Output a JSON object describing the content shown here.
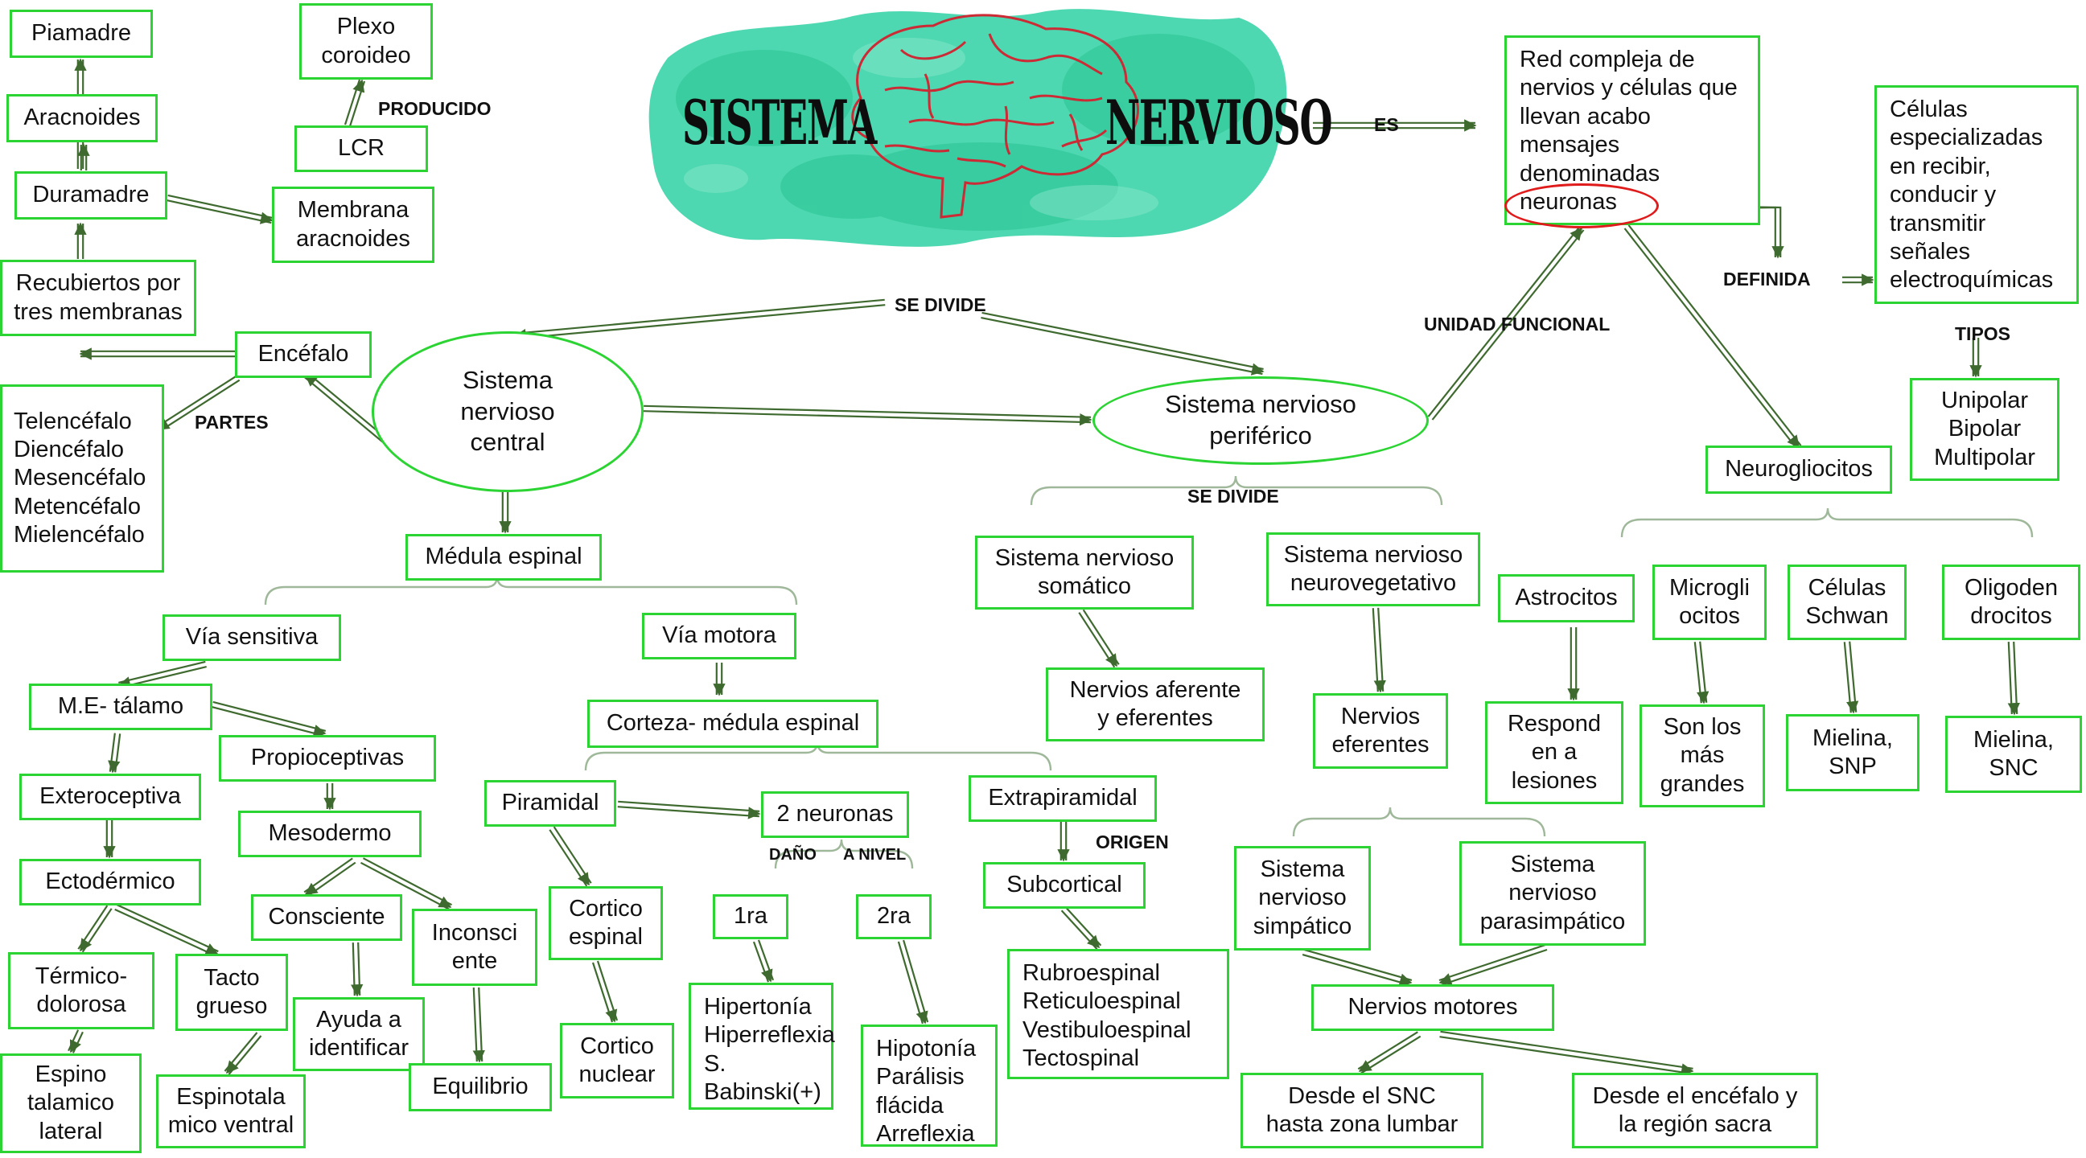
{
  "title": {
    "left_word": "SISTEMA",
    "right_word": "NERVIOSO"
  },
  "colors": {
    "node_border": "#2bd432",
    "connector": "#3f6a2f",
    "splash": "#35d3a6",
    "brain": "#cc2a35",
    "highlight": "#e01b1b"
  },
  "icons": {
    "brain": "brain-icon"
  },
  "nodes": {
    "piamadre": "Piamadre",
    "aracnoides": "Aracnoides",
    "duramadre": "Duramadre",
    "recubiertos": "Recubiertos por\ntres membranas",
    "plexo": "Plexo\ncoroideo",
    "lcr": "LCR",
    "membrana_aracnoides": "Membrana\naracnoides",
    "encefalo": "Encéfalo",
    "partes_list": "Telencéfalo\nDiencéfalo\nMesencéfalo\nMetencéfalo\nMielencéfalo",
    "snc": "Sistema\nnervioso\ncentral",
    "medula": "Médula espinal",
    "via_sensitiva": "Vía sensitiva",
    "via_motora": "Vía motora",
    "me_talamo": "M.E- tálamo",
    "exteroceptiva": "Exteroceptiva",
    "propioceptivas": "Propioceptivas",
    "ectodermico": "Ectodérmico",
    "mesodermo": "Mesodermo",
    "termico": "Térmico-\ndolorosa",
    "tacto": "Tacto\ngrueso",
    "consciente": "Consciente",
    "inconsciente": "Inconsci\nente",
    "espino_talamico": "Espino\ntalamico\nlateral",
    "espinotalamico_ventral": "Espinotala\nmico ventral",
    "ayuda": "Ayuda a\nidentificar",
    "equilibrio": "Equilibrio",
    "corteza_medula": "Corteza- médula espinal",
    "piramidal": "Piramidal",
    "dos_neuronas": "2 neuronas",
    "extrapiramidal": "Extrapiramidal",
    "cortico_espinal": "Cortico\nespinal",
    "cortico_nuclear": "Cortico\nnuclear",
    "primera": "1ra",
    "segunda": "2ra",
    "sintomas_1ra": "Hipertonía\nHiperreflexia\nS.\nBabinski(+)",
    "sintomas_2ra": "Hipotonía\nParálisis\nflácida\nArreflexia",
    "subcortical": "Subcortical",
    "vias_subcortical": "Rubroespinal\nReticuloespinal\nVestibuloespinal\nTectospinal",
    "snp": "Sistema nervioso\nperiférico",
    "somatico": "Sistema nervioso\nsomático",
    "neurovegetativo": "Sistema nervioso\nneurovegetativo",
    "aferentes": "Nervios aferente\ny eferentes",
    "eferentes": "Nervios\neferentes",
    "simpatico": "Sistema\nnervioso\nsimpático",
    "parasimpatico": "Sistema\nnervioso\nparasimpático",
    "motores": "Nervios motores",
    "desde_snc": "Desde el SNC\nhasta zona lumbar",
    "desde_encefalo": "Desde el encéfalo y\nla región sacra",
    "red_compleja": "Red compleja de\nnervios y células que\nllevan acabo\nmensajes\ndenominadas\nneuronas",
    "celulas_especializadas": "Células\nespecializadas\nen recibir,\nconducir y\ntransmitir\nseñales\nelectroquímicas",
    "tipos_neuronas": "Unipolar\nBipolar\nMultipolar",
    "neurogliocitos": "Neurogliocitos",
    "astrocitos": "Astrocitos",
    "microgliocitos": "Microgli\nocitos",
    "schwan": "Células\nSchwan",
    "oligodendrocitos": "Oligoden\ndrocitos",
    "responden": "Respond\nen a\nlesiones",
    "mas_grandes": "Son los\nmás\ngrandes",
    "mielina_snp": "Mielina,\nSNP",
    "mielina_snc": "Mielina,\nSNC"
  },
  "edge_labels": {
    "producido": "PRODUCIDO",
    "es": "ES",
    "se_divide_top": "SE DIVIDE",
    "unidad_funcional": "UNIDAD FUNCIONAL",
    "definida": "DEFINIDA",
    "tipos": "TIPOS",
    "partes": "PARTES",
    "se_divide_snp": "SE DIVIDE",
    "dano": "DAÑO",
    "a_nivel": "A NIVEL",
    "origen": "ORIGEN"
  }
}
